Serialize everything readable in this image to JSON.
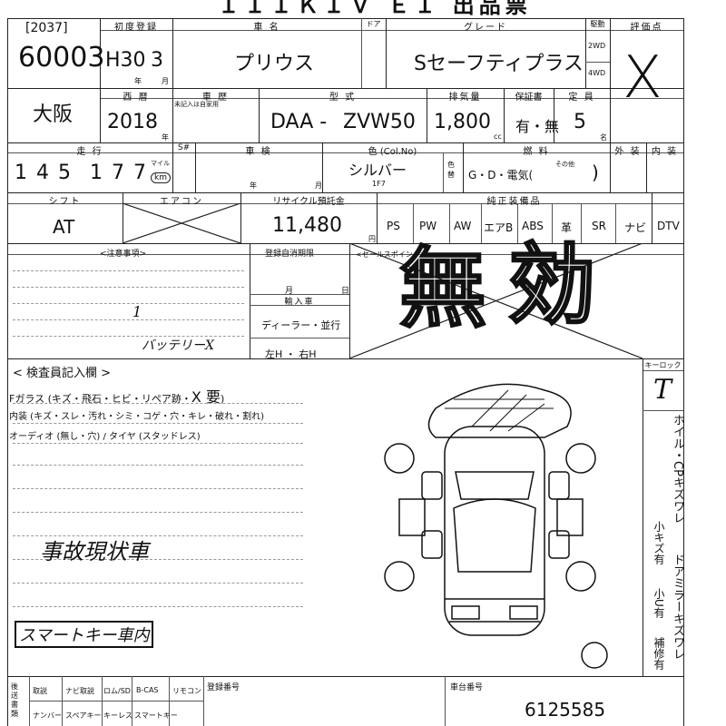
{
  "header": {
    "title_partial": "ＩＩＩＫＩＶ ＥＩ 出品票",
    "lot_bracket": "[2037]",
    "lot_number": "60003"
  },
  "labels": {
    "first_reg": "初度登録",
    "car_name": "車 名",
    "door": "ドア",
    "grade": "グレード",
    "drive": "駆動",
    "score": "評価点",
    "year_western": "西 暦",
    "inspection": "車 歴",
    "model": "型 式",
    "displacement": "排気量",
    "warranty": "保証書",
    "capacity": "定 員",
    "mileage": "走 行",
    "s_no": "S#",
    "shaken": "車 検",
    "color": "色 (Col.No)",
    "fuel": "燃 料",
    "exterior": "外 装",
    "interior": "内 装",
    "shift": "シフト",
    "aircon": "エアコン",
    "recycle": "リサイクル預託金",
    "equipment": "純正装備品",
    "notes": "<注意事項>",
    "reg_expiry": "登録自消期限",
    "import": "輸入車",
    "sales_point": "<セールスポイント>",
    "inspector": "< 検査員記入欄 >",
    "key_lock": "キーロック",
    "docs": "後送書類",
    "reg_number": "登録番号",
    "chassis_number": "車台番号",
    "unregistered_note": "未記入は自家用",
    "year_unit": "年",
    "month_unit": "月",
    "day_unit": "日",
    "cc_unit": "cc",
    "person_unit": "名",
    "yen_unit": "円",
    "mile_unit": "マイル",
    "km_unit": "km",
    "other_unit": "その他"
  },
  "vehicle": {
    "first_reg": "H30",
    "first_reg_month": "3",
    "car_name": "プリウス",
    "grade": "Sセーフティプラス",
    "drive_2wd": "2WD",
    "drive_4wd": "4WD",
    "score": "X",
    "region": "大阪",
    "year_western": "2018",
    "model_prefix": "DAA -",
    "model": "ZVW50",
    "displacement": "1,800",
    "warranty": "有・無",
    "capacity": "5",
    "mileage_digits": [
      "1",
      "4",
      "5",
      "1",
      "7",
      "7"
    ],
    "color": "シルバー",
    "color_code": "1F7",
    "color_change": "色替",
    "fuel": "G・D・電気(",
    "fuel_close": ")",
    "shift": "AT",
    "recycle": "11,480",
    "key_lock": "T",
    "chassis_number": "6125585"
  },
  "equipment_items": [
    "PS",
    "PW",
    "AW",
    "エアB",
    "ABS",
    "革",
    "SR",
    "ナビ",
    "DTV"
  ],
  "stamp": {
    "invalid_1": "無",
    "invalid_2": "効"
  },
  "import_block": {
    "dealer": "ディーラー・並行",
    "handle": "左H ・ 右H"
  },
  "handwritten": {
    "battery": "バッテリーX",
    "note_one": "1",
    "accident": "事故現状車",
    "smart_key": "スマートキー車内"
  },
  "inspector_lines": {
    "glass": "Fガラス (キズ・飛石・ヒビ・リペア跡・",
    "glass_mark": "X 要",
    "glass_close": ")",
    "interior": "内装 (キズ・スレ・汚れ・シミ・コゲ・穴・キレ・破れ・割れ)",
    "audio": "オーディオ (無し・穴) / タイヤ (スタッドレス)"
  },
  "side_notes": {
    "wheel_note": "ホイル・CPキズワレ",
    "door_mirror": "ドアミラーキズワレ",
    "small_scratch": "小キズ有",
    "small_u": "小U有",
    "repaired": "補修有"
  },
  "docs_cells": {
    "row1": [
      "取説",
      "ナビ取説",
      "ロム/SD",
      "B-CAS",
      "リモコン"
    ],
    "row2": [
      "ナンバー",
      "スペアキー",
      "キーレス",
      "スマートキー"
    ]
  }
}
